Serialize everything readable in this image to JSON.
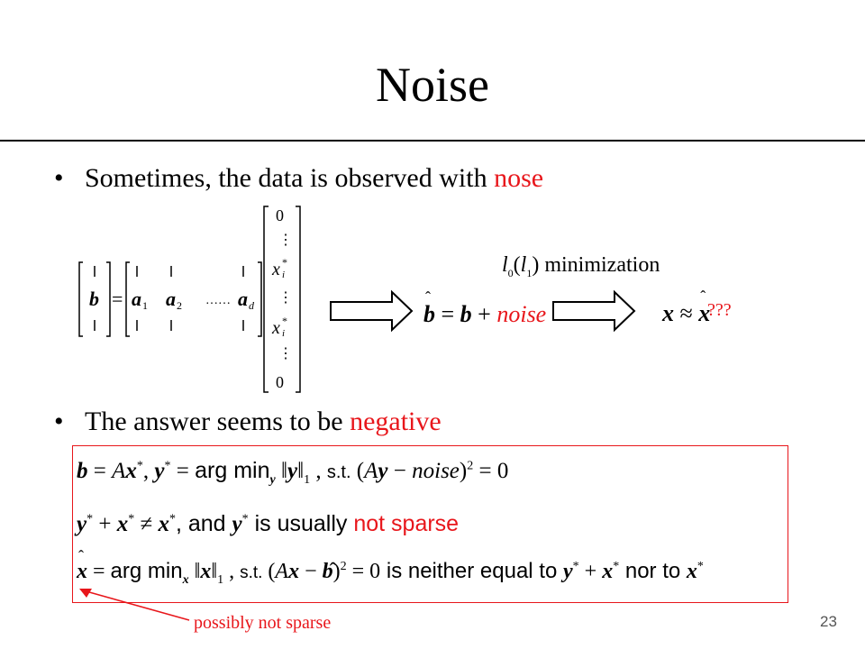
{
  "slide": {
    "title": "Noise",
    "bullet1_prefix": "Sometimes, the data is observed with ",
    "bullet1_highlight": "nose",
    "bullet2_prefix": "The answer seems to be ",
    "bullet2_highlight": "negative",
    "min_method": "minimization",
    "noise_word": "noise",
    "question_marks": "???",
    "dots": "……",
    "row2_and": ", and ",
    "row2_usually": " is usually ",
    "row2_red": "not sparse",
    "row3_neither": " is neither equal to ",
    "row3_nor": " nor to ",
    "st": "s.t.",
    "argmin": "arg min",
    "annotation": "possibly not sparse",
    "page_number": "23"
  },
  "colors": {
    "accent_red": "#e8161b"
  }
}
